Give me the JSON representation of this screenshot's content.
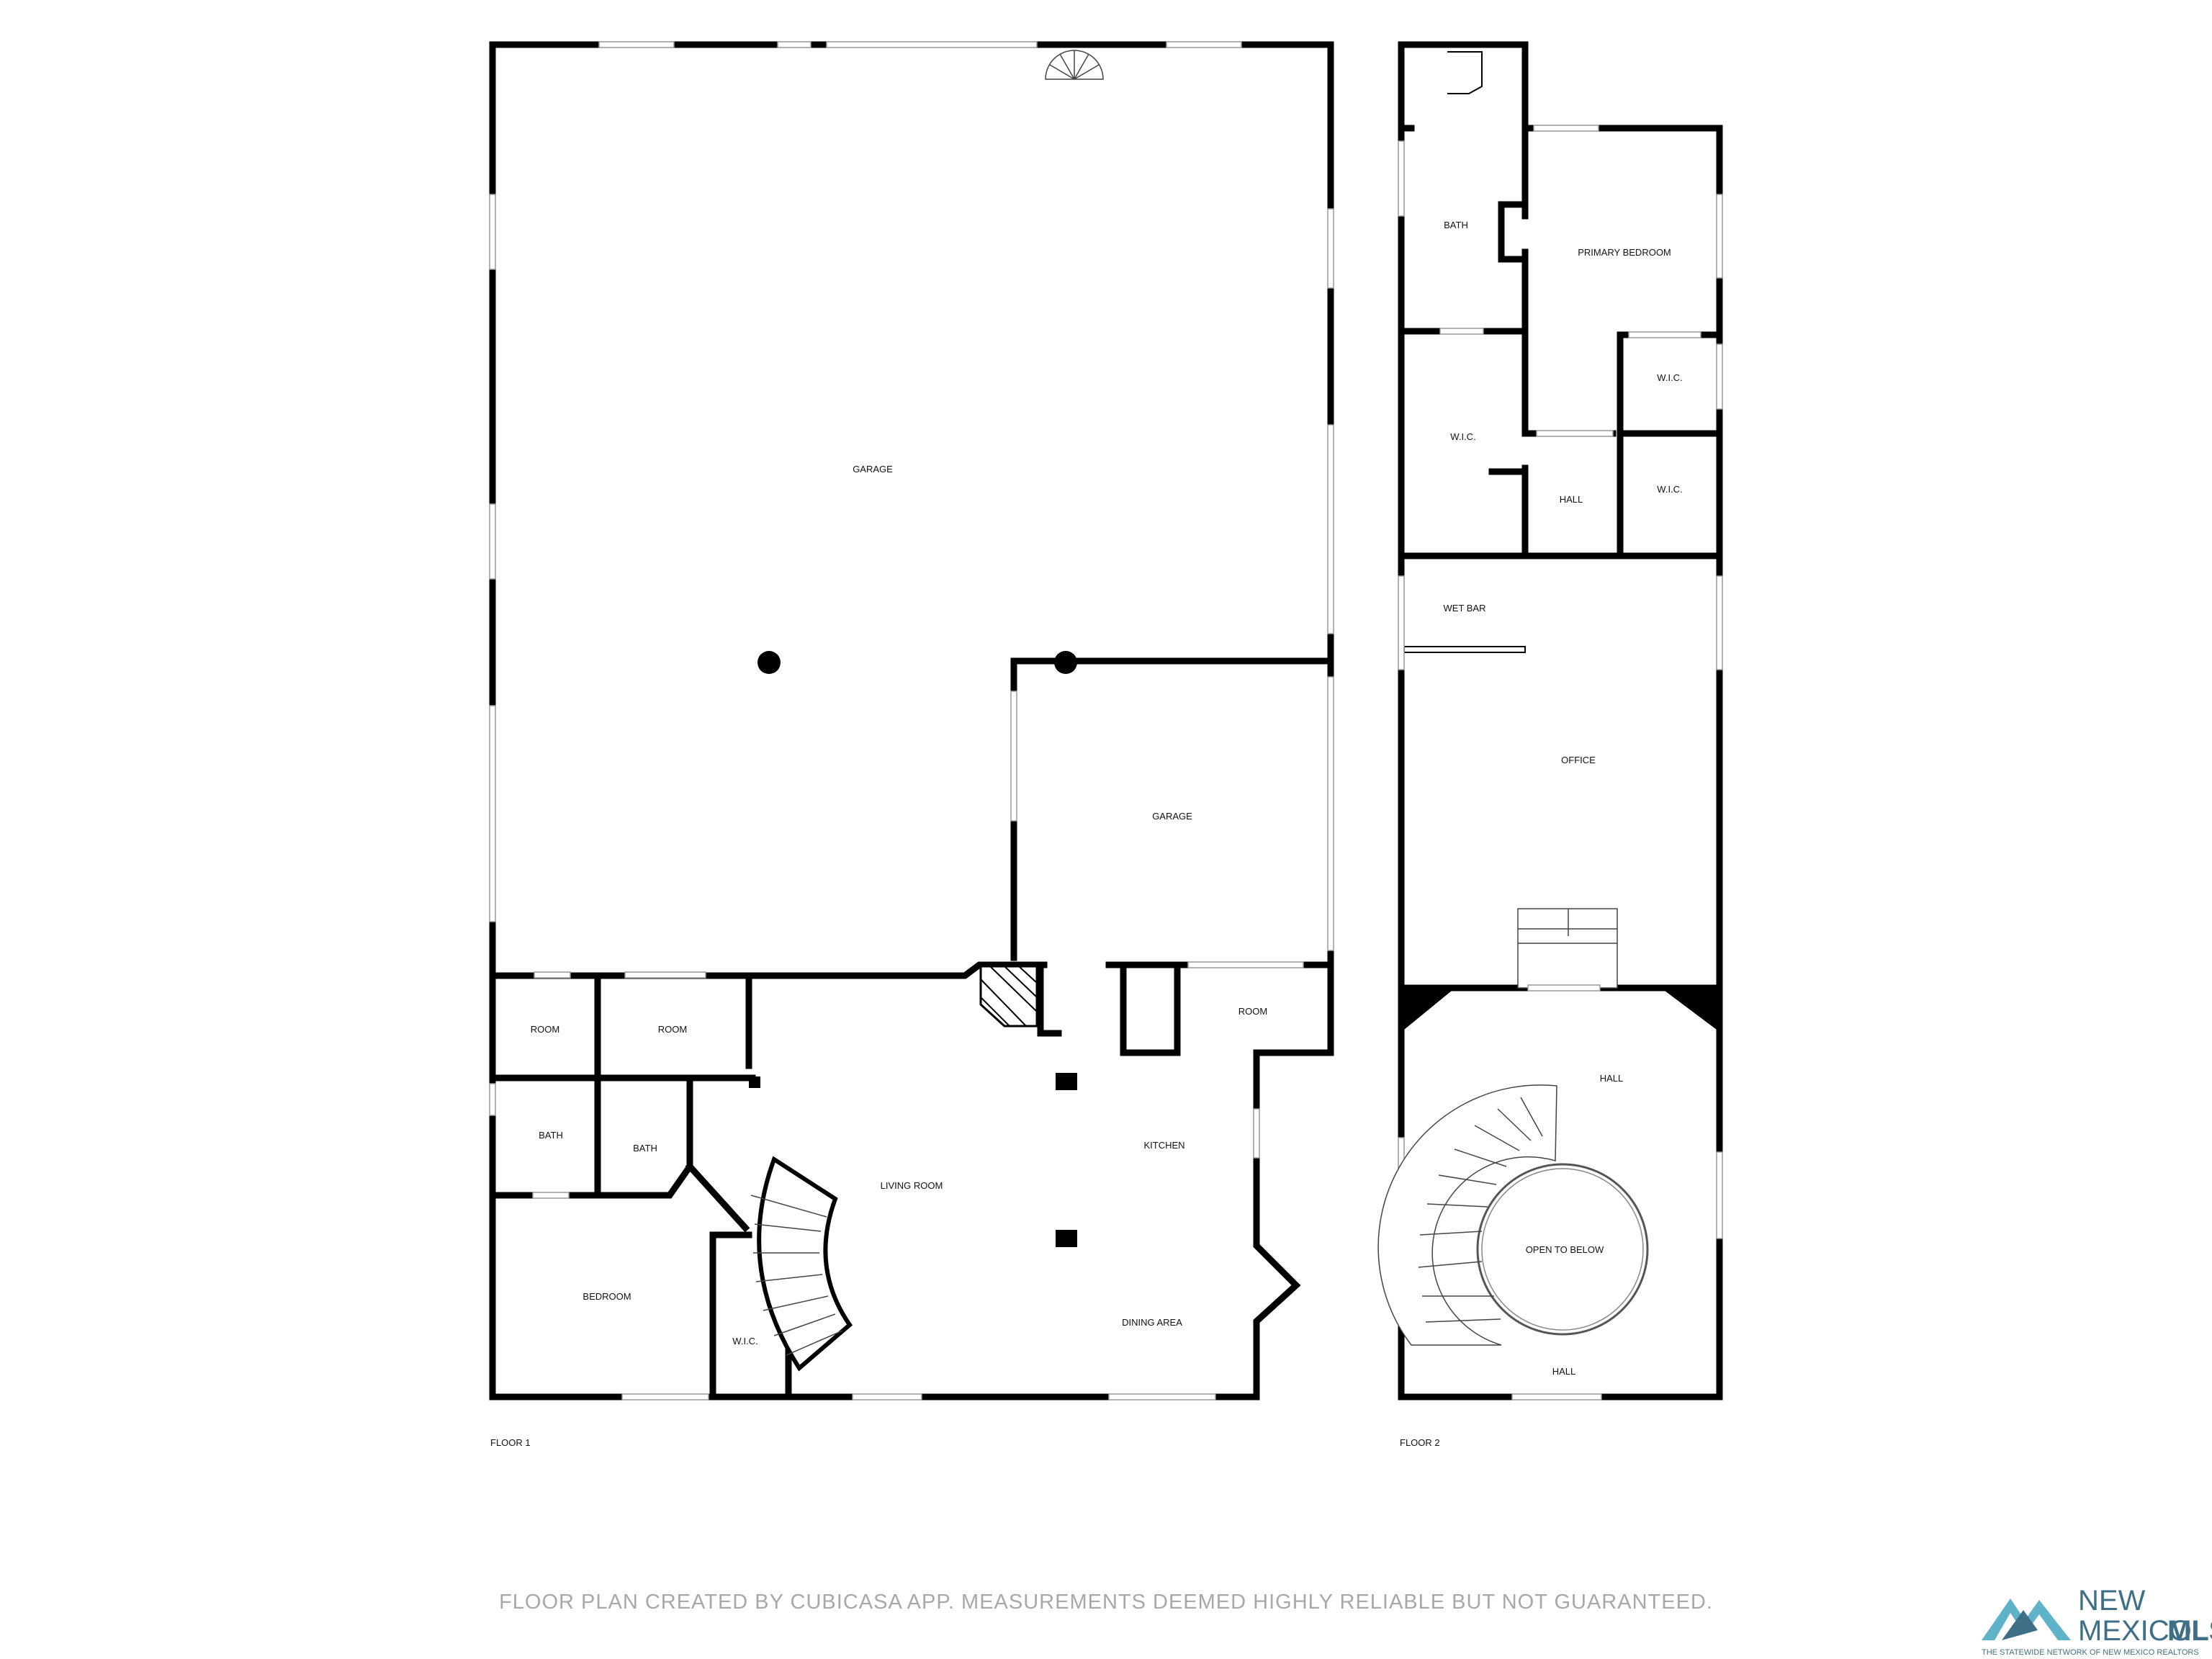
{
  "floors": [
    {
      "label": "FLOOR 1",
      "rooms": [
        {
          "id": "garage1",
          "label": "GARAGE"
        },
        {
          "id": "garage2",
          "label": "GARAGE"
        },
        {
          "id": "room1",
          "label": "ROOM"
        },
        {
          "id": "room2",
          "label": "ROOM"
        },
        {
          "id": "room3",
          "label": "ROOM"
        },
        {
          "id": "bath1",
          "label": "BATH"
        },
        {
          "id": "bath2",
          "label": "BATH"
        },
        {
          "id": "bedroom",
          "label": "BEDROOM"
        },
        {
          "id": "wic1",
          "label": "W.I.C."
        },
        {
          "id": "living",
          "label": "LIVING ROOM"
        },
        {
          "id": "kitchen",
          "label": "KITCHEN"
        },
        {
          "id": "dining",
          "label": "DINING AREA"
        }
      ]
    },
    {
      "label": "FLOOR 2",
      "rooms": [
        {
          "id": "bath3",
          "label": "BATH"
        },
        {
          "id": "primary",
          "label": "PRIMARY BEDROOM"
        },
        {
          "id": "wic2",
          "label": "W.I.C."
        },
        {
          "id": "wic3",
          "label": "W.I.C."
        },
        {
          "id": "wic4",
          "label": "W.I.C."
        },
        {
          "id": "hall1",
          "label": "HALL"
        },
        {
          "id": "wetbar",
          "label": "WET BAR"
        },
        {
          "id": "office",
          "label": "OFFICE"
        },
        {
          "id": "hall2",
          "label": "HALL"
        },
        {
          "id": "open",
          "label": "OPEN TO BELOW"
        },
        {
          "id": "hall3",
          "label": "HALL"
        }
      ]
    }
  ],
  "footer": {
    "note": "FLOOR PLAN CREATED BY CUBICASA APP. MEASUREMENTS DEEMED HIGHLY RELIABLE BUT NOT GUARANTEED."
  },
  "brand": {
    "name_top": "NEW",
    "name_bottom": "MEXICO",
    "name_suffix": "MLS",
    "tagline": "THE STATEWIDE NETWORK OF NEW MEXICO REALTORS",
    "colors": {
      "primary": "#3f6f86",
      "accent": "#5fb3c9"
    }
  }
}
